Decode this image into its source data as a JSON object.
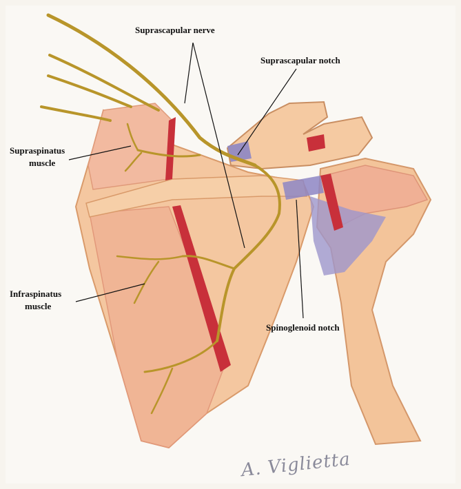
{
  "labels": {
    "suprascapular_nerve": "Suprascapular nerve",
    "suprascapular_notch": "Suprascapular notch",
    "supraspinatus_line1": "Supraspinatus",
    "supraspinatus_line2": "muscle",
    "infraspinatus_line1": "Infraspinatus",
    "infraspinatus_line2": "muscle",
    "spinoglenoid_notch": "Spinoglenoid notch"
  },
  "signature": "A. Viglietta",
  "colors": {
    "paper": "#f7f4ee",
    "bone": "#f3c9a0",
    "muscle": "#f0b898",
    "vessel": "#c8303a",
    "nerve": "#b8952a",
    "ligament": "#8d86c4"
  }
}
